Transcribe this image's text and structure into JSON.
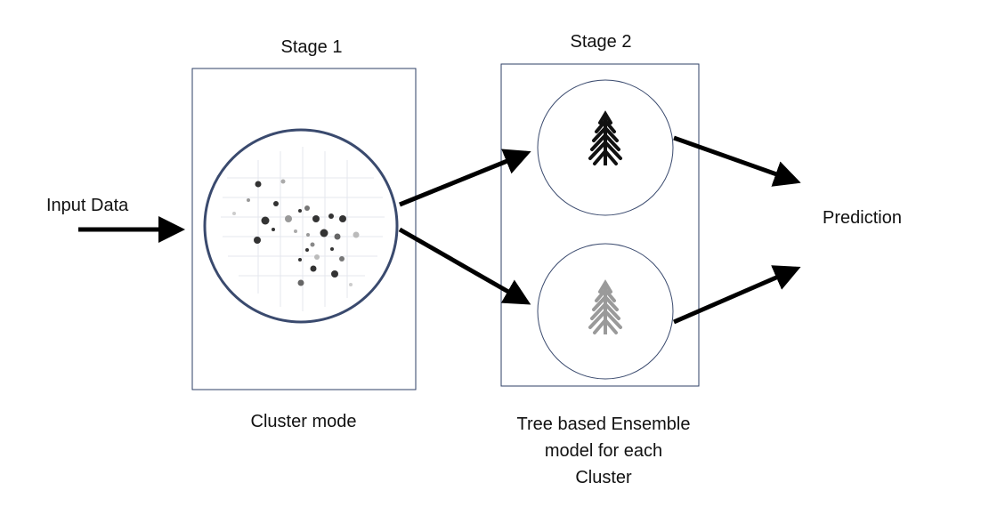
{
  "stages": {
    "stage1_title": "Stage 1",
    "stage2_title": "Stage 2"
  },
  "labels": {
    "input": "Input Data",
    "prediction": "Prediction",
    "cluster_caption": "Cluster mode",
    "ensemble_caption_line1": "Tree based Ensemble",
    "ensemble_caption_line2": "model for each",
    "ensemble_caption_line3": "Cluster"
  },
  "icons": {
    "scatter": "cluster-scatter-icon",
    "tree_dark": "tree-icon",
    "tree_light": "tree-icon"
  },
  "colors": {
    "box_border": "#2e3f66",
    "circle_border": "#3a4a6e",
    "arrow": "#000000",
    "tree_dark": "#111111",
    "tree_light": "#9a9a9a"
  }
}
